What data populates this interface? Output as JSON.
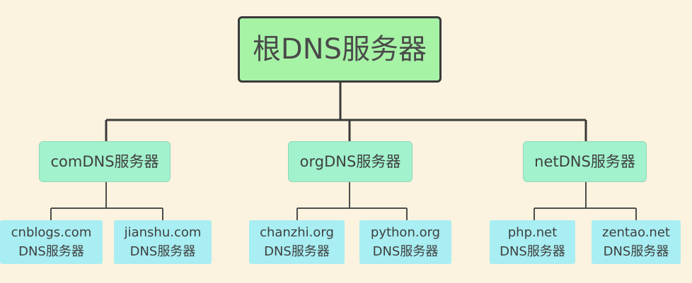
{
  "root": {
    "label": "根DNS服务器"
  },
  "tlds": [
    {
      "label": "comDNS服务器"
    },
    {
      "label": "orgDNS服务器"
    },
    {
      "label": "netDNS服务器"
    }
  ],
  "leaves": [
    {
      "domain": "cnblogs.com",
      "suffix": "DNS服务器"
    },
    {
      "domain": "jianshu.com",
      "suffix": "DNS服务器"
    },
    {
      "domain": "chanzhi.org",
      "suffix": "DNS服务器"
    },
    {
      "domain": "python.org",
      "suffix": "DNS服务器"
    },
    {
      "domain": "php.net",
      "suffix": "DNS服务器"
    },
    {
      "domain": "zentao.net",
      "suffix": "DNS服务器"
    }
  ],
  "colors": {
    "background": "#fbf3df",
    "root_fill": "#a6f3a6",
    "tld_fill": "#a2f2cd",
    "leaf_fill": "#a8eef2",
    "connector": "#4d4d4d"
  }
}
